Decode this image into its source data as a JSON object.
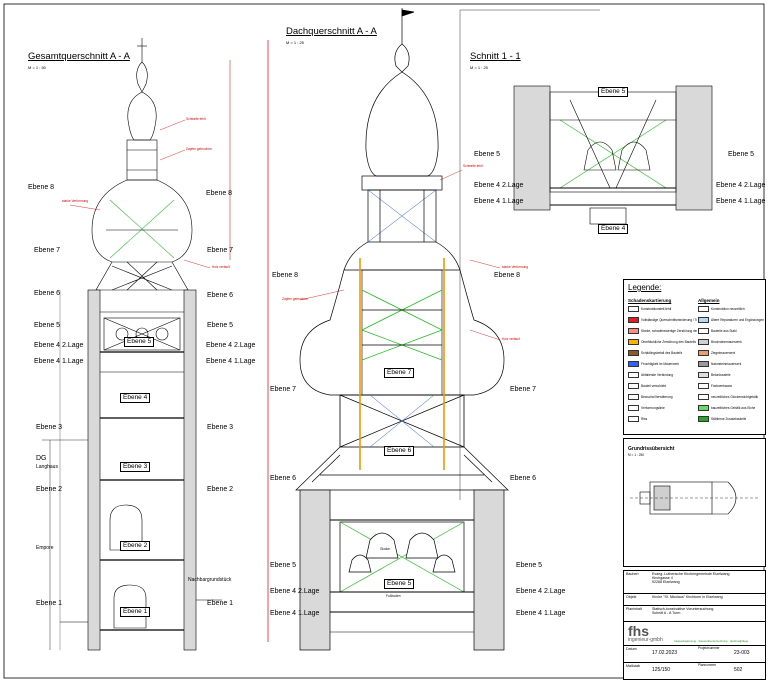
{
  "titles": {
    "left": "Gesamtquerschnitt A - A",
    "left_scale": "M = 1 : 50",
    "middle": "Dachquerschnitt A - A",
    "middle_scale": "M = 1 : 25",
    "right": "Schnitt 1 - 1",
    "right_scale": "M = 1 : 25"
  },
  "levels": {
    "ebene1": "Ebene 1",
    "ebene2": "Ebene 2",
    "ebene3": "Ebene 3",
    "ebene4": "Ebene 4",
    "ebene4_2": "Ebene 4 2.Lage",
    "ebene4_1": "Ebene 4 1.Lage",
    "ebene5": "Ebene 5",
    "ebene6": "Ebene 6",
    "ebene7": "Ebene 7",
    "ebene8": "Ebene 8",
    "dg": "DG",
    "langhaus": "Langhaus",
    "empore": "Empore",
    "nachbar": "Nachbargrundstück"
  },
  "legend": {
    "title": "Legende:",
    "left_heading": "Schadenskartierung",
    "right_heading": "Allgemein",
    "left_items": [
      {
        "label": "Konstruktionsteil fehlt",
        "color": "#ffffff"
      },
      {
        "label": "Vollständige Querschnittsminderung / Tragfähigkeit nicht vorhanden",
        "color": "#e02020"
      },
      {
        "label": "Starke, schadenswertige Zerstörung des Bauteils",
        "color": "#ff8a8a"
      },
      {
        "label": "Oberflächliche Zerstörung des Bauteils",
        "color": "#ffb300"
      },
      {
        "label": "Schädlingsbefall des Bauteils",
        "color": "#8b5a2b"
      },
      {
        "label": "Feuchtigkeit im Mauerwerk",
        "color": "#3060ff"
      },
      {
        "label": "Abfallende Verbindung",
        "color": "#ffffff"
      },
      {
        "label": "Bauteil verschiebt",
        "color": "#ffffff"
      },
      {
        "label": "Bewuchs/Verwitterung",
        "color": "#ffffff"
      },
      {
        "label": "Verformungslinie",
        "color": "#ffffff"
      },
      {
        "label": "Riss",
        "color": "#ffffff"
      }
    ],
    "right_items": [
      {
        "label": "Konstruktion neuzeitlich",
        "color": "#ffffff"
      },
      {
        "label": "Ältere Reparaturen und Ergänzungen",
        "color": "#b0d8ff"
      },
      {
        "label": "Bauteile aus Stahl",
        "color": "#ffffff"
      },
      {
        "label": "Bruchsteinmauerwerk",
        "color": "#cfcfcf"
      },
      {
        "label": "Ziegelmauerwerk",
        "color": "#e8a070"
      },
      {
        "label": "Natursteinmauerwerk",
        "color": "#9a9a9a"
      },
      {
        "label": "Betonbauteile",
        "color": "#dddddd"
      },
      {
        "label": "Fachwerkwand",
        "color": "#ffffff"
      },
      {
        "label": "neuzeitliches Glockenstuhlgebälk",
        "color": "#ffffff"
      },
      {
        "label": "bauzeitliches Gebälk aus Eiche",
        "color": "#66dd66"
      },
      {
        "label": "Stählerne Zusatzbauteile",
        "color": "#22aa22"
      }
    ]
  },
  "site_plan": {
    "title": "Grundrissübersicht",
    "scale": "M = 1 : 250"
  },
  "title_block": {
    "bauherr_label": "Bauherr",
    "bauherr": [
      "Evang.-Lutherische Kirchengemeinde Etzelwang",
      "Kirchgasse 4",
      "92268 Etzelwang"
    ],
    "objekt_label": "Objekt",
    "objekt": "Kirche \"St. Nikolaus\" Kirchturm in Etzelwang",
    "inhalt_label": "Planinhalt",
    "inhalt": [
      "Statisch-konstruktive Voruntersuchung",
      "Schnitt A - A Turm"
    ],
    "firm": "fhs",
    "firm_sub": "ingenieur-gmbh",
    "firm_tag": "tragwerksplanung · bauwerksuntersuchung · denkmalpflege",
    "date_label": "Datum",
    "date": "17.02.2023",
    "scale_label": "Maßstab",
    "scale": "125/150",
    "projekt_label": "Projektnummer",
    "projekt": "23-003",
    "plan_label": "Plannummer",
    "plan": "502"
  },
  "callouts": {
    "red_a": "Schwelle fehlt",
    "red_b": "Zapfen gebrochen",
    "red_c": "starke Verformung",
    "red_d": "Holz verfault",
    "fuss": "Fußboden",
    "glocke": "Glocke"
  }
}
